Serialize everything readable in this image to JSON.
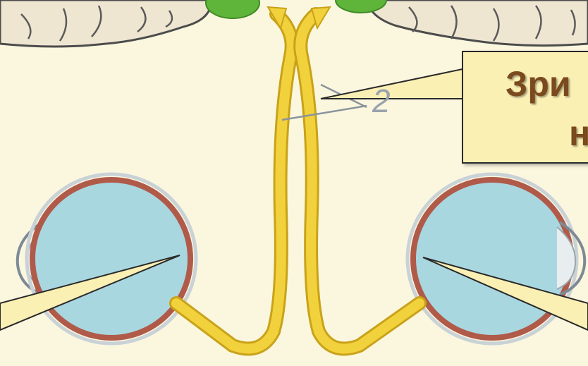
{
  "callout": {
    "line1": "Зри",
    "line2": "н"
  },
  "label_number": "2",
  "colors": {
    "background": "#fbf7df",
    "nerve": "#f2d23c",
    "nerve_outline": "#c9a21a",
    "eyeball": "#a9d7e0",
    "sclera_ring": "#b05a4a",
    "brain": "#efe6d2",
    "optic_center": "#5fb43a",
    "callout_fill": "#fbf0b4",
    "callout_text": "#7a4a1e"
  }
}
